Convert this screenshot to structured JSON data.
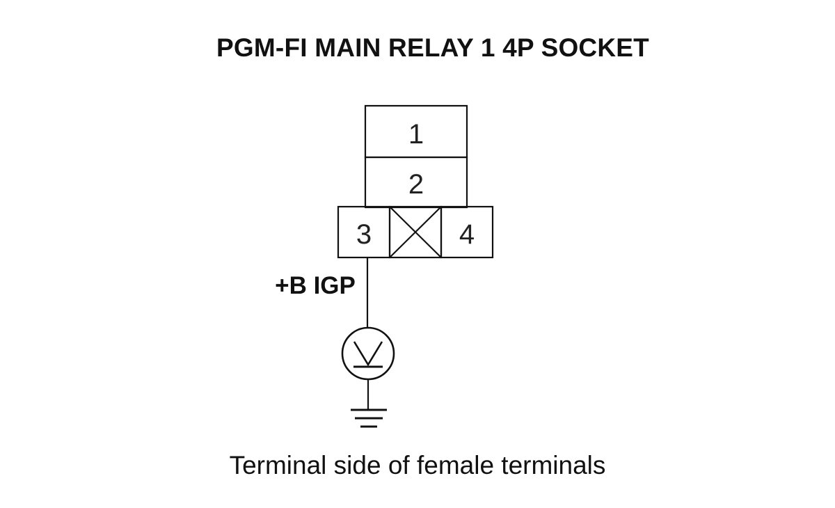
{
  "title": "PGM-FI MAIN RELAY 1 4P SOCKET",
  "connector": {
    "pins": {
      "pin1": "1",
      "pin2": "2",
      "pin3": "3",
      "pin4": "4"
    },
    "unused_cavity": "X"
  },
  "wire_label": "+B IGP",
  "meter_icon": "voltmeter-icon",
  "ground_icon": "ground-icon",
  "caption": "Terminal side of female terminals",
  "colors": {
    "line": "#111111",
    "background": "#ffffff"
  }
}
